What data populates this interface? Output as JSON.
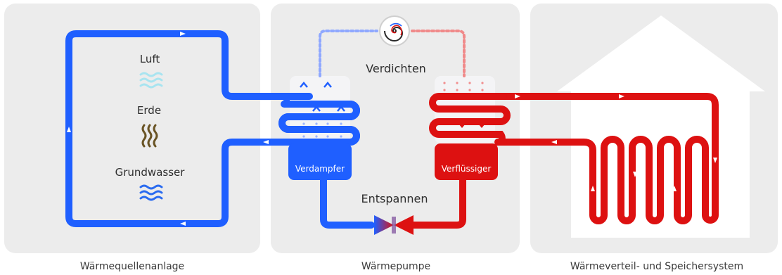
{
  "panels": {
    "source": {
      "caption": "Wärmequellenanlage",
      "sources": [
        {
          "label": "Luft",
          "icon": "air-waves-icon"
        },
        {
          "label": "Erde",
          "icon": "earth-wavy-lines-icon"
        },
        {
          "label": "Grundwasser",
          "icon": "water-waves-icon"
        }
      ]
    },
    "pump": {
      "caption": "Wärmepumpe",
      "compressor_label": "Verdichten",
      "expansion_label": "Entspannen",
      "evaporator_label": "Verdampfer",
      "condenser_label": "Verflüssiger"
    },
    "distribution": {
      "caption": "Wärmeverteil- und Speichersystem"
    }
  },
  "colors": {
    "cold": "#1f5fff",
    "hot": "#dd1111",
    "panel": "#ececec",
    "air": "#a8e4f0",
    "earth": "#6a5425",
    "water": "#2a6bf0"
  }
}
